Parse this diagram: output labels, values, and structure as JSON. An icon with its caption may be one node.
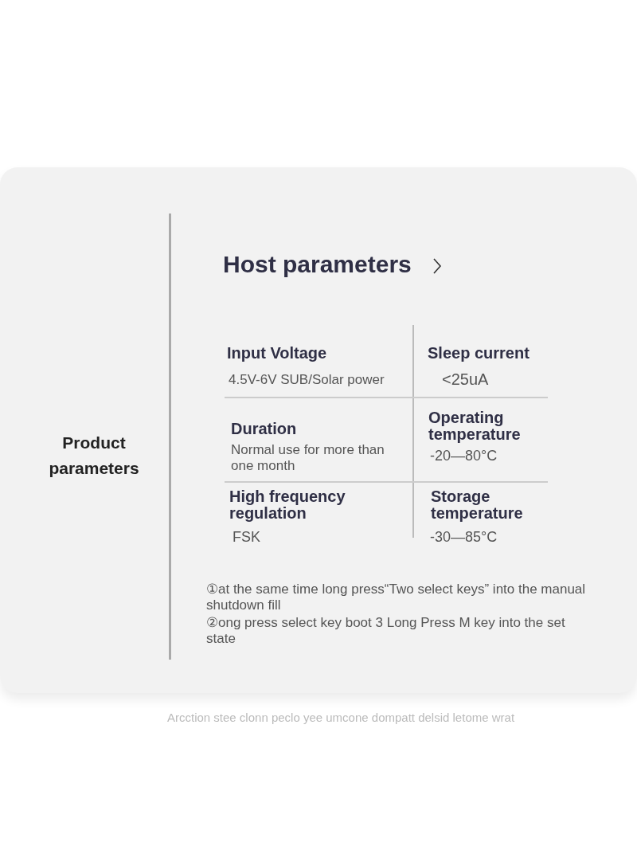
{
  "diagram": {
    "title": "Host parameters",
    "labels": [
      "Product parameters",
      "Input Voltage",
      "4.5V-6V SUB/Solar power",
      "Sleep current",
      "<25uA",
      "Duration",
      "Normal use for more than one month",
      "Operating temperature",
      "-20—80°C",
      "High frequency regulation",
      "FSK",
      "Storage temperature",
      "-30—85°C",
      "①at the same time long press“Two select keys” into the manual shutdown fill",
      "②ong press select key boot 3 Long Press M key into the set state",
      "Arcction stee clonn peclo yee umcone dompatt delsid letome wrat"
    ]
  }
}
